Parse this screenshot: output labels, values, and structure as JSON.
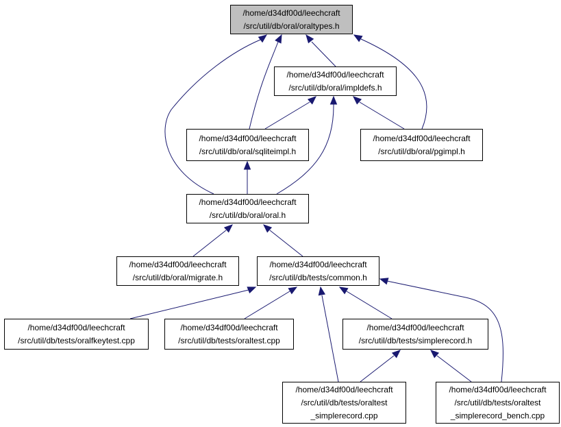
{
  "diagram": {
    "nodes": {
      "oraltypes": [
        "/home/d34df00d/leechcraft",
        "/src/util/db/oral/oraltypes.h"
      ],
      "impldefs": [
        "/home/d34df00d/leechcraft",
        "/src/util/db/oral/impldefs.h"
      ],
      "sqliteimpl": [
        "/home/d34df00d/leechcraft",
        "/src/util/db/oral/sqliteimpl.h"
      ],
      "pgimpl": [
        "/home/d34df00d/leechcraft",
        "/src/util/db/oral/pgimpl.h"
      ],
      "oral": [
        "/home/d34df00d/leechcraft",
        "/src/util/db/oral/oral.h"
      ],
      "migrate": [
        "/home/d34df00d/leechcraft",
        "/src/util/db/oral/migrate.h"
      ],
      "common": [
        "/home/d34df00d/leechcraft",
        "/src/util/db/tests/common.h"
      ],
      "oralfkeytest": [
        "/home/d34df00d/leechcraft",
        "/src/util/db/tests/oralfkeytest.cpp"
      ],
      "oraltest": [
        "/home/d34df00d/leechcraft",
        "/src/util/db/tests/oraltest.cpp"
      ],
      "simplerecord": [
        "/home/d34df00d/leechcraft",
        "/src/util/db/tests/simplerecord.h"
      ],
      "oraltest_simplerecord": [
        "/home/d34df00d/leechcraft",
        "/src/util/db/tests/oraltest",
        "_simplerecord.cpp"
      ],
      "oraltest_simplerecord_bench": [
        "/home/d34df00d/leechcraft",
        "/src/util/db/tests/oraltest",
        "_simplerecord_bench.cpp"
      ]
    },
    "root_fill": "#bfbfbf",
    "edge_color": "#191970",
    "edges": [
      [
        "impldefs",
        "oraltypes"
      ],
      [
        "sqliteimpl",
        "oraltypes"
      ],
      [
        "pgimpl",
        "oraltypes"
      ],
      [
        "oral",
        "oraltypes"
      ],
      [
        "sqliteimpl",
        "impldefs"
      ],
      [
        "pgimpl",
        "impldefs"
      ],
      [
        "oral",
        "impldefs"
      ],
      [
        "oral",
        "sqliteimpl"
      ],
      [
        "migrate",
        "oral"
      ],
      [
        "common",
        "oral"
      ],
      [
        "oralfkeytest",
        "common"
      ],
      [
        "oraltest",
        "common"
      ],
      [
        "simplerecord",
        "common"
      ],
      [
        "oraltest_simplerecord",
        "common"
      ],
      [
        "oraltest_simplerecord_bench",
        "common"
      ],
      [
        "oraltest_simplerecord",
        "simplerecord"
      ],
      [
        "oraltest_simplerecord_bench",
        "simplerecord"
      ]
    ]
  }
}
